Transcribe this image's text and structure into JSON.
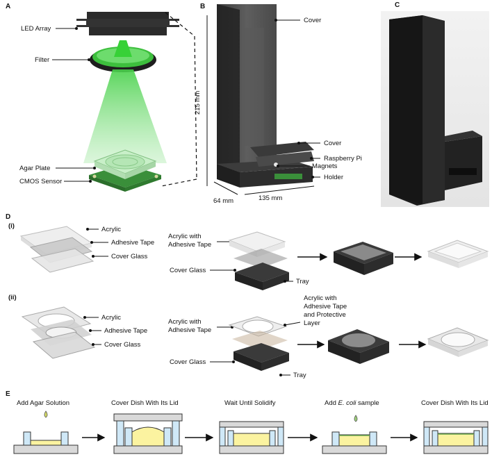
{
  "panels": {
    "a": "A",
    "b": "B",
    "c": "C",
    "d": "D",
    "e": "E"
  },
  "panel_a": {
    "led_array": "LED Array",
    "filter": "Filter",
    "agar_plate": "Agar Plate",
    "cmos_sensor": "CMOS Sensor"
  },
  "panel_b": {
    "cover_top": "Cover",
    "cover_small": "Cover",
    "raspberry_pi": "Raspberry Pi",
    "magnets": "Magnets",
    "holder": "Holder",
    "height": "215 mm",
    "width": "64 mm",
    "depth": "135 mm"
  },
  "panel_d": {
    "row_i": "(i)",
    "row_ii": "(ii)",
    "acrylic": "Acrylic",
    "adhesive_tape": "Adhesive Tape",
    "cover_glass": "Cover Glass",
    "acrylic_with_tape_1": "Acrylic with",
    "acrylic_with_tape_2": "Adhesive Tape",
    "tray": "Tray",
    "protective_1": "Acrylic with",
    "protective_2": "Adhesive Tape",
    "protective_3": "and Protective",
    "protective_4": "Layer"
  },
  "panel_e": {
    "steps": [
      "Add Agar Solution",
      "Cover Dish With Its Lid",
      "Wait Until Solidify",
      "Add E. coli sample",
      "Cover Dish With Its Lid"
    ],
    "step4_prefix": "Add ",
    "step4_italic": "E. coli",
    "step4_suffix": " sample"
  },
  "colors": {
    "led_green": "#2ecc40",
    "pcb_green": "#3a8f3a",
    "dark": "#2b2b2b",
    "dish_blue": "#cfe8f7",
    "agar_yellow": "#fbf3a0",
    "base_grey": "#d9d9d9"
  }
}
